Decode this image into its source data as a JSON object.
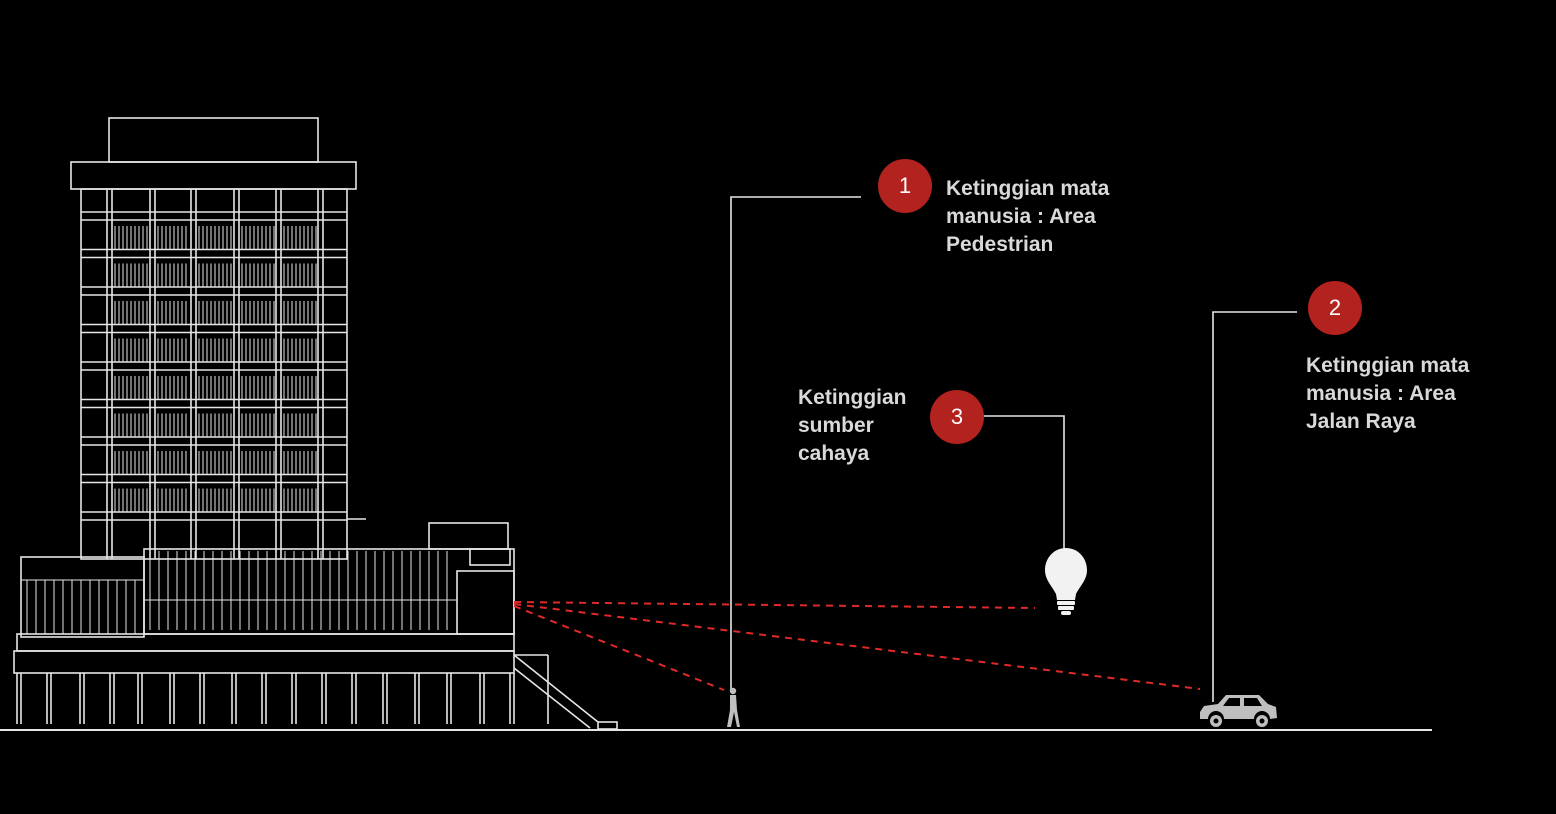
{
  "colors": {
    "background": "#000000",
    "linework": "#e6e6e6",
    "badge": "#b2221f",
    "sightline": "#e02a2a",
    "label_text": "#d9d9d9",
    "figure": "#bfbfbf"
  },
  "annotations": [
    {
      "number": "1",
      "text": "Ketinggian mata\nmanusia : Area\nPedestrian"
    },
    {
      "number": "2",
      "text": "Ketinggian mata\nmanusia : Area\nJalan Raya"
    },
    {
      "number": "3",
      "text": "Ketinggian\nsumber\ncahaya"
    }
  ],
  "icons": {
    "building": "building-elevation-icon",
    "pedestrian": "pedestrian-icon",
    "car": "car-icon",
    "light": "light-bulb-icon"
  }
}
